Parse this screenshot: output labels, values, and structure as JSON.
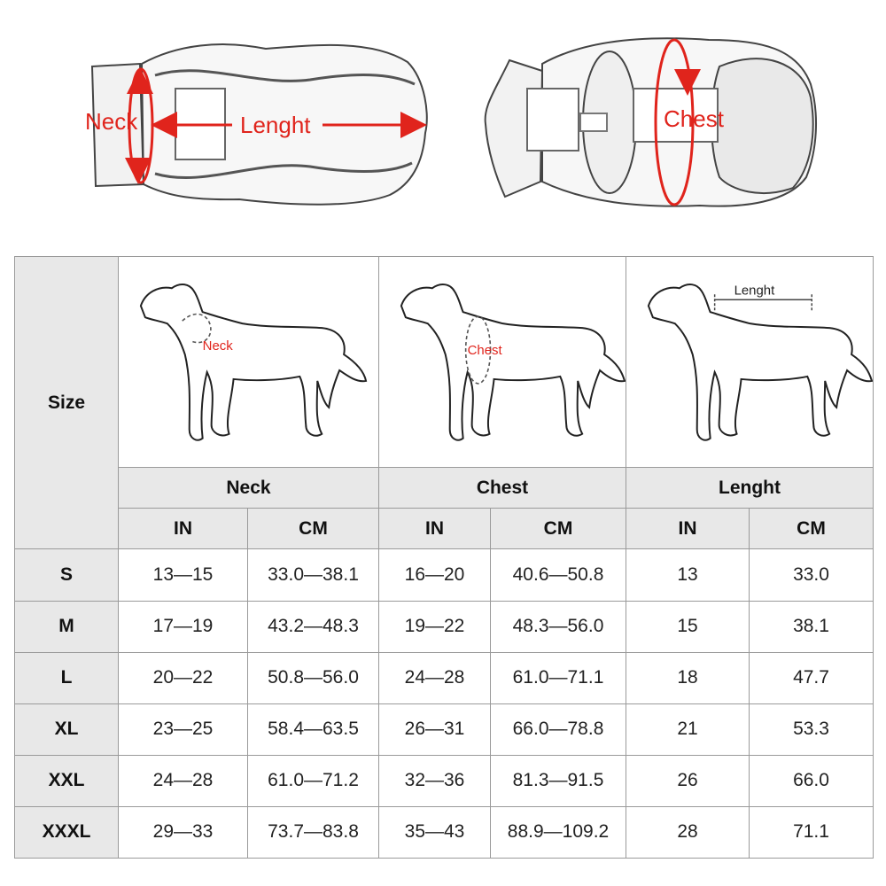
{
  "top": {
    "neck_label": "Neck",
    "length_label": "Lenght",
    "chest_label": "Chest"
  },
  "table": {
    "size_header": "Size",
    "diagrams": {
      "neck": "Neck",
      "chest": "Chest",
      "length": "Lenght"
    },
    "groups": [
      "Neck",
      "Chest",
      "Lenght"
    ],
    "units": [
      "IN",
      "CM",
      "IN",
      "CM",
      "IN",
      "CM"
    ],
    "rows": [
      {
        "size": "S",
        "cells": [
          "13—15",
          "33.0—38.1",
          "16—20",
          "40.6—50.8",
          "13",
          "33.0"
        ]
      },
      {
        "size": "M",
        "cells": [
          "17—19",
          "43.2—48.3",
          "19—22",
          "48.3—56.0",
          "15",
          "38.1"
        ]
      },
      {
        "size": "L",
        "cells": [
          "20—22",
          "50.8—56.0",
          "24—28",
          "61.0—71.1",
          "18",
          "47.7"
        ]
      },
      {
        "size": "XL",
        "cells": [
          "23—25",
          "58.4—63.5",
          "26—31",
          "66.0—78.8",
          "21",
          "53.3"
        ]
      },
      {
        "size": "XXL",
        "cells": [
          "24—28",
          "61.0—71.2",
          "32—36",
          "81.3—91.5",
          "26",
          "66.0"
        ]
      },
      {
        "size": "XXXL",
        "cells": [
          "29—33",
          "73.7—83.8",
          "35—43",
          "88.9—109.2",
          "28",
          "71.1"
        ]
      }
    ]
  },
  "colors": {
    "accent_red": "#e0241c",
    "header_gray": "#e8e8e8",
    "border_gray": "#9a9a9a"
  }
}
